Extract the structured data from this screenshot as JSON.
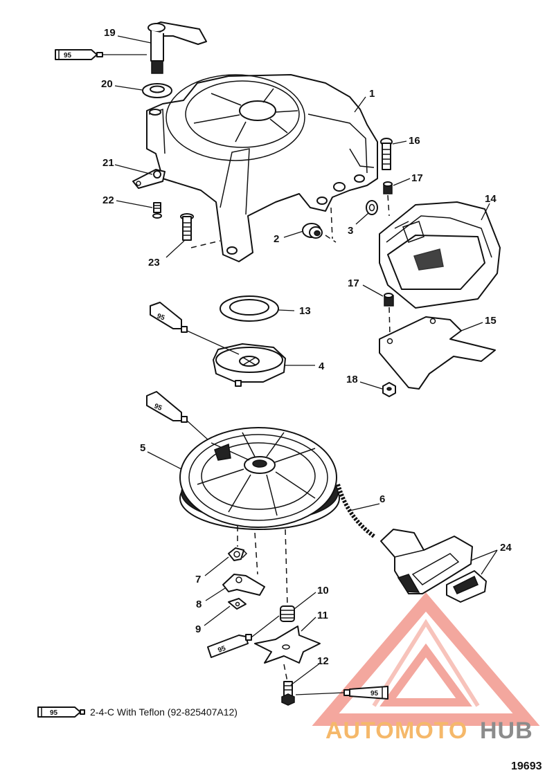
{
  "callouts": {
    "c1": "1",
    "c2": "2",
    "c3": "3",
    "c4": "4",
    "c5": "5",
    "c6": "6",
    "c7": "7",
    "c8": "8",
    "c9": "9",
    "c10": "10",
    "c11": "11",
    "c12": "12",
    "c13": "13",
    "c14": "14",
    "c15": "15",
    "c16": "16",
    "c17a": "17",
    "c17b": "17",
    "c18": "18",
    "c19": "19",
    "c20": "20",
    "c21": "21",
    "c22": "22",
    "c23": "23",
    "c24": "24"
  },
  "lubricant_tube_label": "95",
  "legend": {
    "tube_label": "95",
    "text": "2-4-C  With Teflon (92-825407A12)"
  },
  "figure_number": "19693",
  "watermark": {
    "word_auto": "AUTO",
    "word_moto": "MOTO",
    "word_hub": "HUB",
    "color_primary": "#f08a7e",
    "color_light": "#f5b86a",
    "color_gray": "#8c8c8c"
  }
}
